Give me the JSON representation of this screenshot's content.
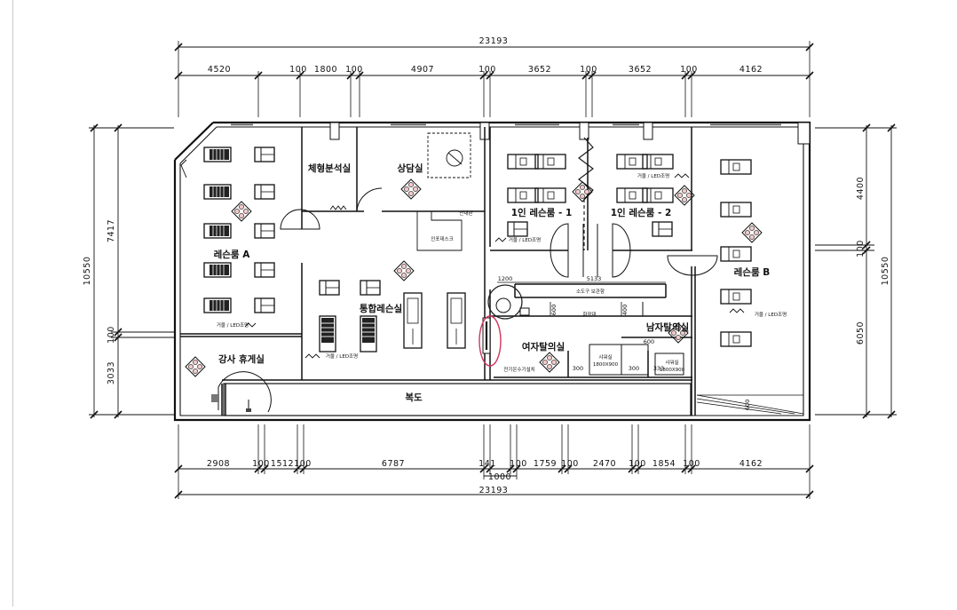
{
  "plan": {
    "top_total": "23193",
    "top_segments": [
      "4520",
      "100",
      "1800",
      "100",
      "4907",
      "100",
      "3652",
      "100",
      "3652",
      "100",
      "4162"
    ],
    "bottom_segments": [
      "2908",
      "100",
      "1512",
      "100",
      "6787",
      "141",
      "100",
      "1759",
      "100",
      "2470",
      "100",
      "1854",
      "100",
      "4162"
    ],
    "bottom_sub": "1000",
    "bottom_total": "23193",
    "left_total": "10550",
    "left_segments": [
      "7417",
      "100",
      "3033"
    ],
    "right_total": "10550",
    "right_segments": [
      "4400",
      "100",
      "6050"
    ],
    "rooms": {
      "lesson_a": "레슨룸 A",
      "body_analysis": "체형분석실",
      "consult": "상담실",
      "lesson_1": "1인 레슨룸 - 1",
      "lesson_2": "1인 레슨룸 - 2",
      "lesson_b": "레슨룸 B",
      "integrated": "통합레슨실",
      "instructor_lounge": "강사 휴게실",
      "women_locker": "여자탈의실",
      "men_locker": "남자탈의실",
      "corridor": "복도"
    },
    "notes": {
      "led_a": "거울 / LED조명",
      "led_b": "거울 / LED조명",
      "led_1": "거울 / LED조명",
      "led_2": "거울 / LED조명",
      "led_int": "거울 / LED조명",
      "storage": "소도구 보관함",
      "desk": "인포데스크",
      "desk_small": "안내판",
      "makeup": "화장대",
      "women_shower": "전기온수기설치",
      "shower1": "샤워실",
      "shower1_dim": "1800X900",
      "shower2": "샤워실",
      "shower2_dim": "1800X900"
    },
    "inner_dims": {
      "d1200": "1200",
      "d5133": "5133",
      "d600a": "600",
      "d400": "400",
      "d600b": "600",
      "d300a": "300",
      "d300b": "300",
      "d333": "333",
      "d600c": "600"
    }
  }
}
